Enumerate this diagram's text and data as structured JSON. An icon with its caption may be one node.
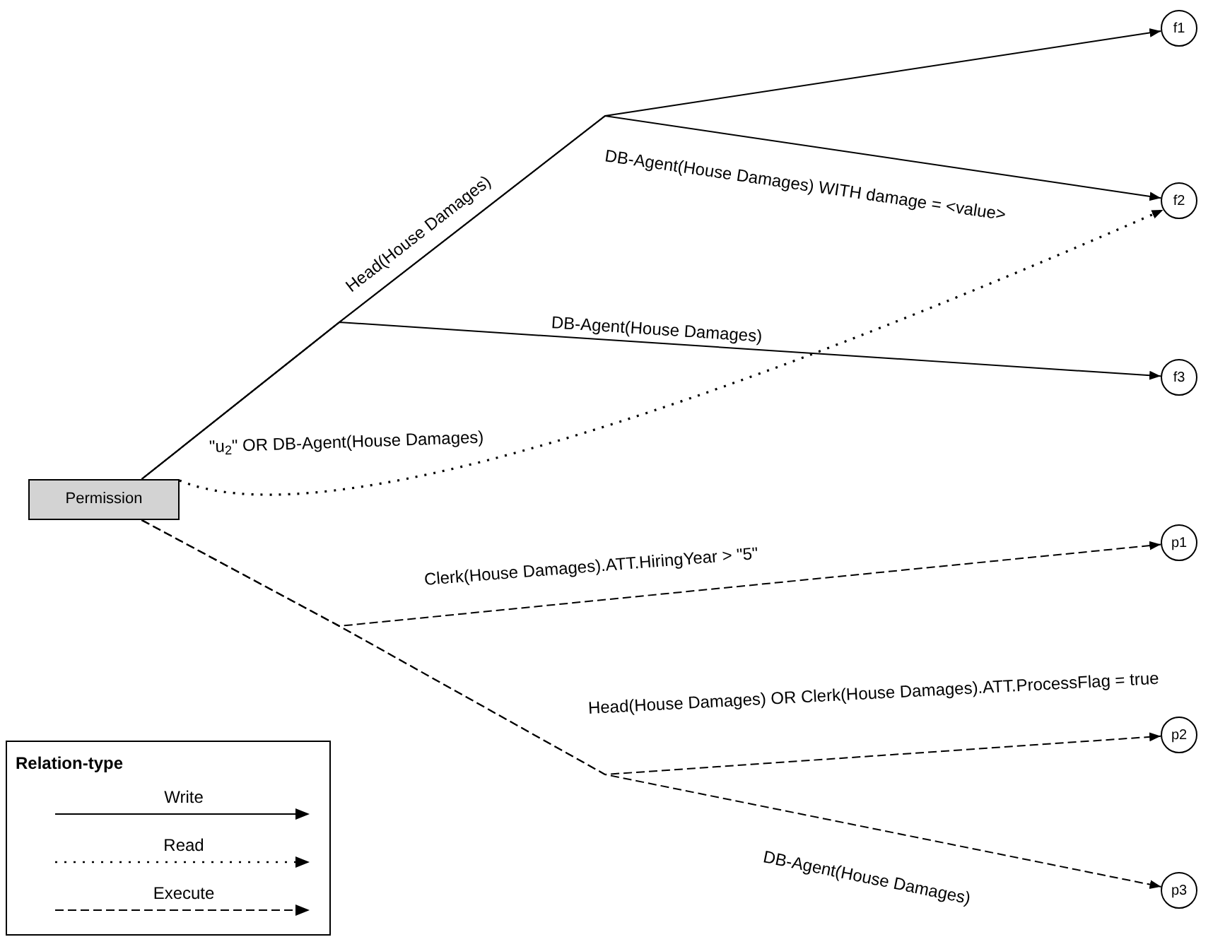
{
  "diagram": {
    "nodes": [
      {
        "text": [
          "Permission"
        ]
      },
      {
        "text": [
          "f1"
        ]
      },
      {
        "text": [
          "f2"
        ]
      },
      {
        "text": [
          "f3"
        ]
      },
      {
        "text": [
          "p1"
        ]
      },
      {
        "text": [
          "p2"
        ]
      },
      {
        "text": [
          "p3"
        ]
      }
    ],
    "edges": [
      {
        "from": 0,
        "to": 1,
        "arrow": "to",
        "label": "Head(House Damages)"
      },
      {
        "from": 0,
        "to": 2,
        "arrow": "to",
        "label": "DB-Agent(House Damages) WITH damage = <value>"
      },
      {
        "from": 0,
        "to": 3,
        "arrow": "to",
        "label": "DB-Agent(House Damages)"
      },
      {
        "from": 0,
        "to": 2,
        "arrow": "to",
        "style": "dashed",
        "label": "\"u$_{2}$\" OR DB-Agent(House Damages)"
      },
      {
        "from": 0,
        "to": 4,
        "arrow": "to",
        "style": "dashed",
        "label": "Clerk(House Damages).ATT.HiringYear > \"5\""
      },
      {
        "from": 0,
        "to": 5,
        "arrow": "to",
        "style": "dashed",
        "label": "Head(House Damages) OR Clerk(House Damages).ATT.ProcessFlag = true"
      },
      {
        "from": 0,
        "to": 6,
        "arrow": "to",
        "style": "dashed",
        "label": "DB-Agent(House Damages)"
      }
    ],
    "labels": [
      "Relation-type"
    ],
    "legend": [
      {
        "text": "Write"
      },
      {
        "text": "Read"
      },
      {
        "text": "Execute"
      }
    ]
  }
}
